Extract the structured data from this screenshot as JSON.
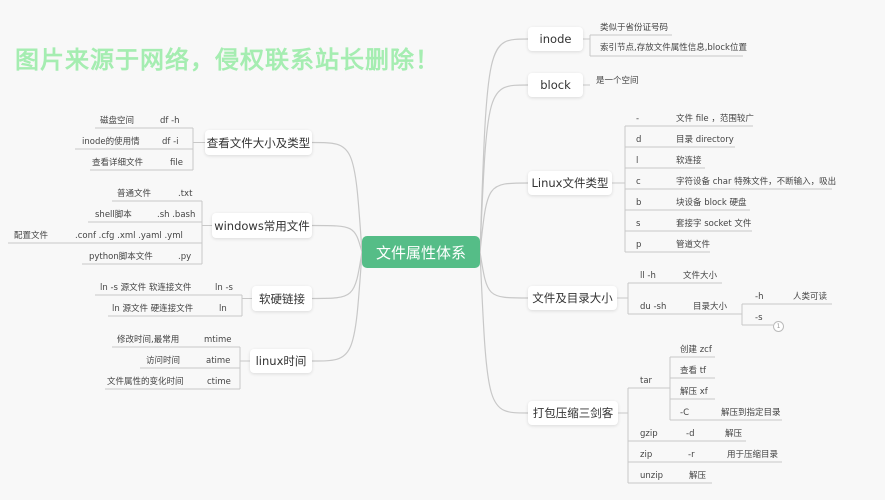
{
  "center": "文件属性体系",
  "watermark": "图片来源于网络，侵权联系站长删除！",
  "left": {
    "view_size": {
      "label": "查看文件大小及类型",
      "items": [
        {
          "text": "磁盘空间",
          "cmd": "df  -h"
        },
        {
          "text": "inode的使用情",
          "cmd": "df  -i"
        },
        {
          "text": "查看详细文件",
          "cmd": "file"
        }
      ]
    },
    "windows": {
      "label": "windows常用文件",
      "items": [
        {
          "text": "普通文件",
          "cmd": ".txt"
        },
        {
          "text": "shell脚本",
          "cmd": ".sh .bash"
        },
        {
          "text": "配置文件",
          "cmd": ".conf  .cfg    .xml   .yaml     .yml"
        },
        {
          "text": "python脚本文件",
          "cmd": ".py"
        }
      ]
    },
    "links": {
      "label": "软硬链接",
      "items": [
        {
          "text": "ln -s 源文件 软连接文件",
          "cmd": "ln -s"
        },
        {
          "text": "ln  源文件 硬连接文件",
          "cmd": "ln"
        }
      ]
    },
    "time": {
      "label": "linux时间",
      "items": [
        {
          "text": "修改时间,最常用",
          "cmd": "mtime"
        },
        {
          "text": "访问时间",
          "cmd": "atime"
        },
        {
          "text": "文件属性的变化时间",
          "cmd": "ctime"
        }
      ]
    }
  },
  "right": {
    "inode": {
      "label": "inode",
      "items": [
        "类似于省份证号码",
        "索引节点,存放文件属性信息,block位置"
      ]
    },
    "block": {
      "label": "block",
      "desc": "是一个空间"
    },
    "linux_types": {
      "label": "Linux文件类型",
      "items": [
        {
          "code": "-",
          "desc": "文件 file ，范围较广"
        },
        {
          "code": "d",
          "desc": "目录 directory"
        },
        {
          "code": "l",
          "desc": "软连接"
        },
        {
          "code": "c",
          "desc": "字符设备 char  特殊文件，不断输入，吸出"
        },
        {
          "code": "b",
          "desc": "块设备 block  硬盘"
        },
        {
          "code": "s",
          "desc": "套接字  socket 文件"
        },
        {
          "code": "p",
          "desc": "管道文件"
        }
      ]
    },
    "size": {
      "label": "文件及目录大小",
      "ll": {
        "cmd": "ll -h",
        "desc": "文件大小"
      },
      "du": {
        "cmd": "du -sh",
        "desc": "目录大小",
        "options": [
          {
            "opt": "-h",
            "desc": "人类可读"
          },
          {
            "opt": "-s",
            "desc": ""
          }
        ],
        "collapsed_count": "1"
      }
    },
    "archive": {
      "label": "打包压缩三剑客",
      "tar": {
        "cmd": "tar",
        "items": [
          {
            "text": "创建  zcf"
          },
          {
            "text": "查看   tf"
          },
          {
            "text": "解压  xf"
          },
          {
            "text": "-C",
            "desc": "解压到指定目录"
          }
        ]
      },
      "gzip": {
        "cmd": "gzip",
        "opt": "-d",
        "desc": "解压"
      },
      "zip": {
        "cmd": "zip",
        "opt": "-r",
        "desc": "用于压缩目录"
      },
      "unzip": {
        "cmd": "unzip",
        "desc": "解压"
      }
    }
  }
}
